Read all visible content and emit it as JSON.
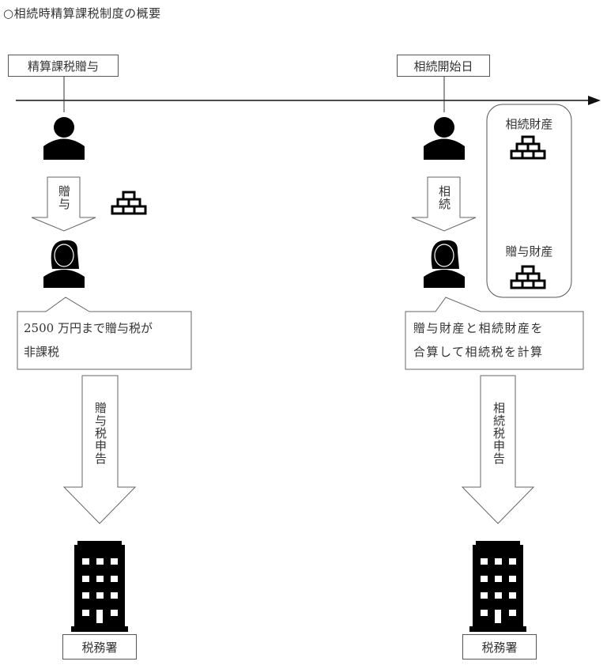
{
  "title": "○相続時精算課税制度の概要",
  "timeline": {
    "left_event": "精算課税贈与",
    "right_event": "相続開始日"
  },
  "left": {
    "arrow_label": "贈与",
    "callout": [
      "2500 万円まで贈与税が",
      "非課税"
    ],
    "filing_arrow_label": "贈与税申告",
    "office_label": "税務署",
    "icons": {
      "giver": "person-icon",
      "receiver": "woman-icon",
      "asset": "gold-bars-icon",
      "office": "building-icon"
    }
  },
  "right": {
    "arrow_label": "相続",
    "callout": [
      "贈与財産と相続財産を",
      "合算して相続税を計算"
    ],
    "filing_arrow_label": "相続税申告",
    "office_label": "税務署",
    "assets_box": {
      "items": [
        {
          "label": "相続財産",
          "icon": "gold-bars-icon"
        },
        {
          "label": "贈与財産",
          "icon": "gold-bars-icon"
        }
      ]
    }
  }
}
